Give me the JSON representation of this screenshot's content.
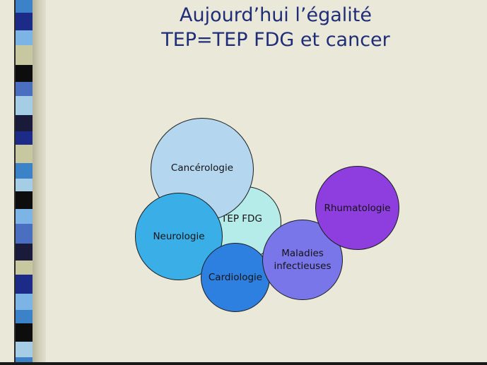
{
  "title": {
    "line1": "Aujourd’hui l’égalité",
    "line2": "TEP=TEP FDG et cancer"
  },
  "diagram": {
    "circles": {
      "tep_fdg": {
        "label": "TEP FDG",
        "color": "#b5ebe9"
      },
      "cancerologie": {
        "label": "Cancérologie",
        "color": "#b4d6ef"
      },
      "neurologie": {
        "label": "Neurologie",
        "color": "#3aaee6"
      },
      "cardiologie": {
        "label": "Cardiologie",
        "color": "#2e80e0"
      },
      "maladies_infectieuses": {
        "label": "Maladies\ninfectieuses",
        "color": "#7876e9"
      },
      "rhumatologie": {
        "label": "Rhumatologie",
        "color": "#8e3edf"
      }
    }
  },
  "decoration": {
    "stripe_colors": [
      "#3b82c8",
      "#1c2a88",
      "#7db4e6",
      "#c8c8a0",
      "#0d0d0d",
      "#4a6fc0",
      "#a6cde6",
      "#1a1a3a"
    ]
  }
}
